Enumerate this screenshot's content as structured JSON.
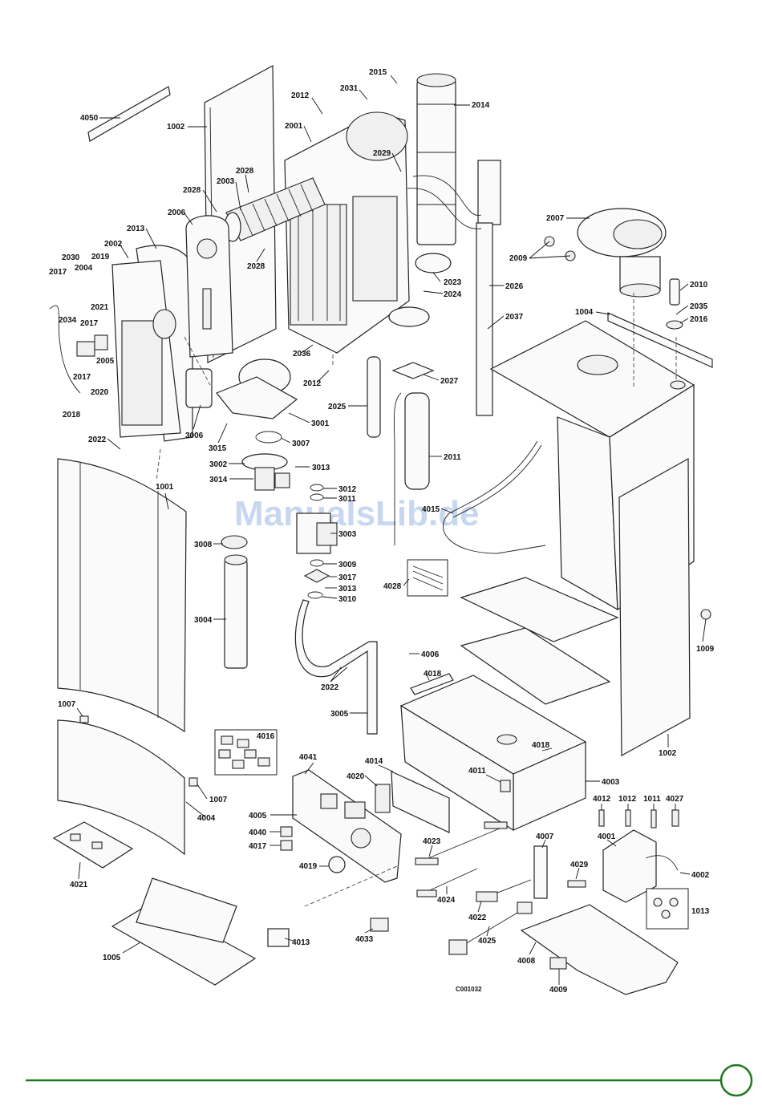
{
  "diagram": {
    "watermark": "ManualsLib.de",
    "drawing_code": "C001032",
    "colors": {
      "footer_line": "#1e7a1e",
      "watermark": "#9ab8e6"
    },
    "labels": {
      "l4050": "4050",
      "l1002a": "1002",
      "l2015": "2015",
      "l2031": "2031",
      "l2012a": "2012",
      "l2014": "2014",
      "l2001": "2001",
      "l2029": "2029",
      "l2028a": "2028",
      "l2003": "2003",
      "l2028b": "2028",
      "l2006": "2006",
      "l2013": "2013",
      "l2002": "2002",
      "l2030": "2030",
      "l2019": "2019",
      "l2004": "2004",
      "l2017a": "2017",
      "l2028c": "2028",
      "l2007": "2007",
      "l2009": "2009",
      "l2010": "2010",
      "l2023": "2023",
      "l2024": "2024",
      "l2026": "2026",
      "l2035": "2035",
      "l2016": "2016",
      "l1004": "1004",
      "l2021": "2021",
      "l2017b": "2017",
      "l2034": "2034",
      "l2005": "2005",
      "l2017c": "2017",
      "l2020": "2020",
      "l2018": "2018",
      "l2037": "2037",
      "l2036": "2036",
      "l2012b": "2012",
      "l2027": "2027",
      "l2025": "2025",
      "l3006": "3006",
      "l3001": "3001",
      "l3007": "3007",
      "l3015": "3015",
      "l2022a": "2022",
      "l2011": "2011",
      "l3002": "3002",
      "l3013a": "3013",
      "l3014": "3014",
      "l3012": "3012",
      "l3011": "3011",
      "l1001": "1001",
      "l4015": "4015",
      "l3003": "3003",
      "l3008": "3008",
      "l3009": "3009",
      "l3017": "3017",
      "l3013b": "3013",
      "l3010": "3010",
      "l4028": "4028",
      "l3004": "3004",
      "l1009": "1009",
      "l4006": "4006",
      "l4018a": "4018",
      "l2022b": "2022",
      "l1007a": "1007",
      "l3005": "3005",
      "l4016": "4016",
      "l4018b": "4018",
      "l1002b": "1002",
      "l4041": "4041",
      "l4014": "4014",
      "l4020": "4020",
      "l4011": "4011",
      "l4003": "4003",
      "l1007b": "1007",
      "l4004": "4004",
      "l4005": "4005",
      "l4012": "4012",
      "l1012": "1012",
      "l1011": "1011",
      "l4027": "4027",
      "l4040": "4040",
      "l4023": "4023",
      "l4007": "4007",
      "l4001": "4001",
      "l4017": "4017",
      "l4019": "4019",
      "l4029": "4029",
      "l4002": "4002",
      "l4021": "4021",
      "l4024": "4024",
      "l1013": "1013",
      "l4022": "4022",
      "l4013": "4013",
      "l4033": "4033",
      "l4025": "4025",
      "l1005": "1005",
      "l4008": "4008",
      "l4009": "4009"
    }
  }
}
